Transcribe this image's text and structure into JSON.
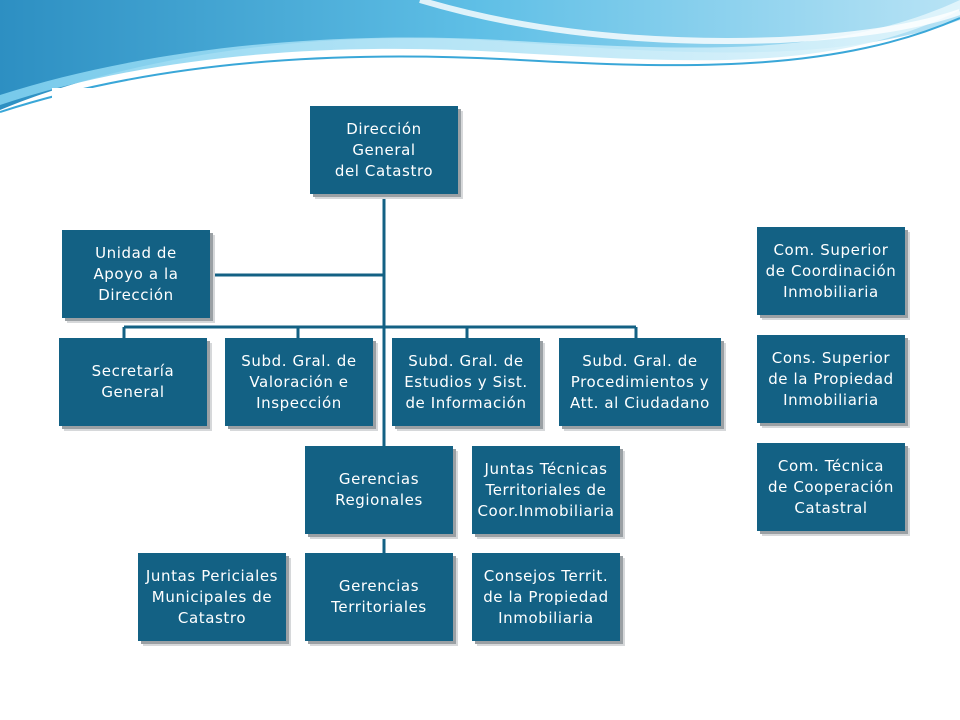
{
  "colors": {
    "node_fill": "#136184",
    "node_text": "#ffffff",
    "connector": "#136184",
    "wave_light": "#b8e3f5",
    "wave_mid": "#5fbfe6",
    "wave_dark": "#2d8fc2"
  },
  "nodes": {
    "direccion_general": "Dirección General\ndel Catastro",
    "unidad_apoyo": "Unidad de\nApoyo a la\nDirección",
    "secretaria_general": "Secretaría\nGeneral",
    "subd_valoracion": "Subd. Gral. de\nValoración e\nInspección",
    "subd_estudios": "Subd. Gral. de\nEstudios y Sist.\nde Información",
    "subd_procedimientos": "Subd. Gral. de\nProcedimientos y\nAtt. al Ciudadano",
    "gerencias_regionales": "Gerencias\nRegionales",
    "juntas_tecnicas": "Juntas Técnicas\nTerritoriales de\nCoor.Inmobiliaria",
    "juntas_periciales": "Juntas Periciales\nMunicipales de\nCatastro",
    "gerencias_territoriales": "Gerencias\nTerritoriales",
    "consejos_territ": "Consejos Territ.\nde la Propiedad\nInmobiliaria",
    "com_superior": "Com. Superior\nde Coordinación\nInmobiliaria",
    "cons_superior": "Cons. Superior\nde la Propiedad\nInmobiliaria",
    "com_tecnica": "Com. Técnica\nde Cooperación\nCatastral"
  }
}
